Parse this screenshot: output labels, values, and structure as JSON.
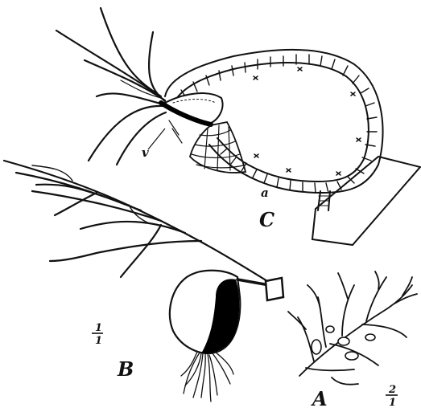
{
  "labels": {
    "v": "v",
    "a": "a",
    "C": "C",
    "B": "B",
    "A": "A",
    "scale_B": {
      "num": "1",
      "den": "1"
    },
    "scale_A": {
      "num": "2",
      "den": "1"
    }
  },
  "colors": {
    "ink": "#111111",
    "paper": "#ffffff"
  }
}
